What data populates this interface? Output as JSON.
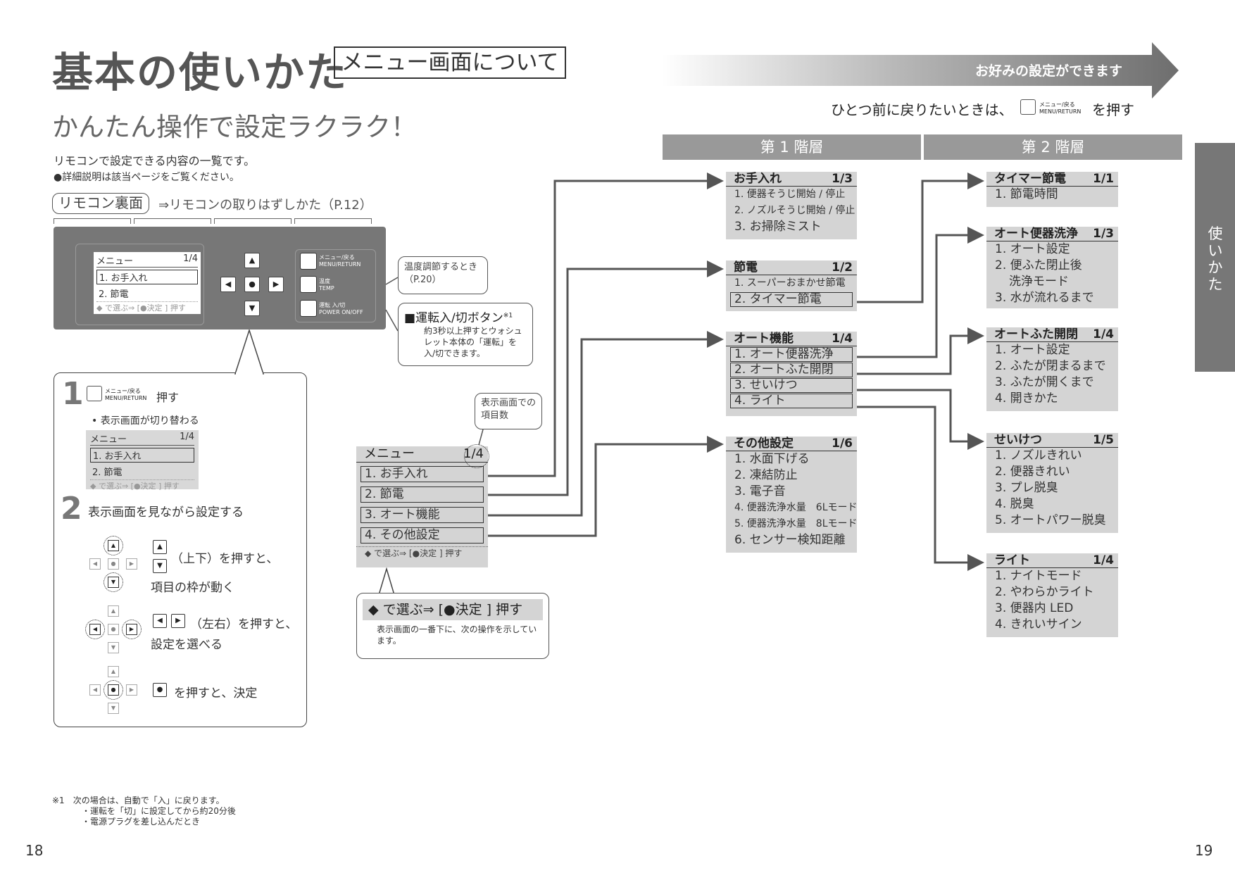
{
  "header": {
    "title": "基本の使いかた",
    "section": "メニュー画面について",
    "catch": "かんたん操作で設定ラクラク！",
    "intro": "リモコンで設定できる内容の一覧です。",
    "intro_note": "●詳細説明は該当ページをご覧ください。",
    "arrow_text": "お好みの設定ができます",
    "return_note_pre": "ひとつ前に戻りたいときは、",
    "return_note_post": "を押す",
    "btn_menu_jp": "メニュー/戻る",
    "btn_menu_en": "MENU/RETURN"
  },
  "remote_back": {
    "tag": "リモコン裏面",
    "link": "⇒リモコンの取りはずしかた（P.12）"
  },
  "remote": {
    "lcd_title": "メニュー",
    "lcd_page": "1/4",
    "lcd_item1": "1. お手入れ",
    "lcd_item2": "2. 節電",
    "lcd_footer": "◆ で選ぶ⇒ [●決定 ] 押す",
    "temp_jp": "温度",
    "temp_en": "TEMP",
    "power_jp": "運転 入/切",
    "power_en": "POWER ON/OFF",
    "dpad_up": "▲",
    "dpad_down": "▼",
    "dpad_left": "◀",
    "dpad_right": "▶",
    "dpad_center": "●"
  },
  "callouts": {
    "temp": "温度調節するとき（P.20）",
    "power_title": "■運転入/切ボタン",
    "power_mark": "※1",
    "power_body": "約3秒以上押すとウォシュレット本体の「運転」を入/切できます。",
    "count": "表示画面での項目数",
    "bottom_title": "◆ で選ぶ⇒ [●決定 ] 押す",
    "bottom_body": "表示画面の一番下に、次の操作を示しています。"
  },
  "steps": {
    "s1_num": "1",
    "s1_text": "押す",
    "s1_sub": "• 表示画面が切り替わる",
    "s2_num": "2",
    "s2_text": "表示画面を見ながら設定する",
    "updown": "（上下）を押すと、",
    "updown2": "項目の枠が動く",
    "leftright": "（左右）を押すと、",
    "leftright2": "設定を選べる",
    "center": "を押すと、決定"
  },
  "levels": {
    "first": "第 1 階層",
    "second": "第 2 階層"
  },
  "main_menu": {
    "title": "メニュー",
    "page": "1/4",
    "items": [
      "1. お手入れ",
      "2. 節電",
      "3. オート機能",
      "4. その他設定"
    ],
    "footer": "◆ で選ぶ⇒ [●決定 ] 押す"
  },
  "first_level": [
    {
      "title": "お手入れ",
      "page": "1/3",
      "items": [
        "1. 便器そうじ開始 / 停止",
        "2. ノズルそうじ開始 / 停止",
        "3. お掃除ミスト"
      ]
    },
    {
      "title": "節電",
      "page": "1/2",
      "items": [
        "1. スーパーおまかせ節電",
        "2. タイマー節電"
      ]
    },
    {
      "title": "オート機能",
      "page": "1/4",
      "items": [
        "1. オート便器洗浄",
        "2. オートふた開閉",
        "3. せいけつ",
        "4. ライト"
      ]
    },
    {
      "title": "その他設定",
      "page": "1/6",
      "items": [
        "1. 水面下げる",
        "2. 凍結防止",
        "3. 電子音",
        "4. 便器洗浄水量　6Lモード",
        "5. 便器洗浄水量　8Lモード",
        "6. センサー検知距離"
      ]
    }
  ],
  "second_level": [
    {
      "title": "タイマー節電",
      "page": "1/1",
      "items": [
        "1. 節電時間"
      ]
    },
    {
      "title": "オート便器洗浄",
      "page": "1/3",
      "items": [
        "1. オート設定",
        "2. 便ふた閉止後",
        "洗浄モード",
        "3. 水が流れるまで"
      ]
    },
    {
      "title": "オートふた開閉",
      "page": "1/4",
      "items": [
        "1. オート設定",
        "2. ふたが閉まるまで",
        "3. ふたが開くまで",
        "4. 開きかた"
      ]
    },
    {
      "title": "せいけつ",
      "page": "1/5",
      "items": [
        "1. ノズルきれい",
        "2. 便器きれい",
        "3. プレ脱臭",
        "4. 脱臭",
        "5. オートパワー脱臭"
      ]
    },
    {
      "title": "ライト",
      "page": "1/4",
      "items": [
        "1. ナイトモード",
        "2. やわらかライト",
        "3. 便器内 LED",
        "4. きれいサイン"
      ]
    }
  ],
  "side_tab": "使いかた",
  "footnote": {
    "line1": "※1　次の場合は、自動で「入」に戻ります。",
    "line2": "・運転を「切」に設定してから約20分後",
    "line3": "・電源プラグを差し込んだとき"
  },
  "pages": {
    "left": "18",
    "right": "19"
  },
  "colors": {
    "gray_dark": "#777777",
    "menu_bg": "#d4d4d4",
    "header_bg": "#999999"
  }
}
